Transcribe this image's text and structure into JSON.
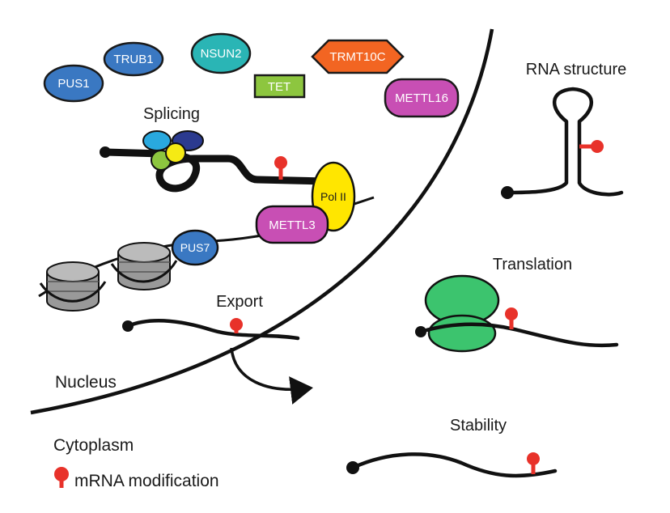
{
  "labels": {
    "splicing": "Splicing",
    "export": "Export",
    "nucleus": "Nucleus",
    "cytoplasm": "Cytoplasm",
    "rna_structure": "RNA structure",
    "translation": "Translation",
    "stability": "Stability",
    "legend_modification": "mRNA modification"
  },
  "enzymes": {
    "pus1": "PUS1",
    "trub1": "TRUB1",
    "nsun2": "NSUN2",
    "tet": "TET",
    "trmt10c": "TRMT10C",
    "mettl16": "METTL16",
    "pol2": "Pol II",
    "mettl3": "METTL3",
    "pus7": "PUS7"
  },
  "colors": {
    "modification": "#e8322a",
    "pus": "#3a78c2",
    "nsun2": "#2ab5b5",
    "tet": "#8dc63f",
    "trmt10c": "#f26522",
    "mettl": "#c84fb4",
    "pol2": "#ffe600",
    "ribosome": "#3cc46e",
    "strand": "#111111",
    "nucleosome": "#999999"
  }
}
